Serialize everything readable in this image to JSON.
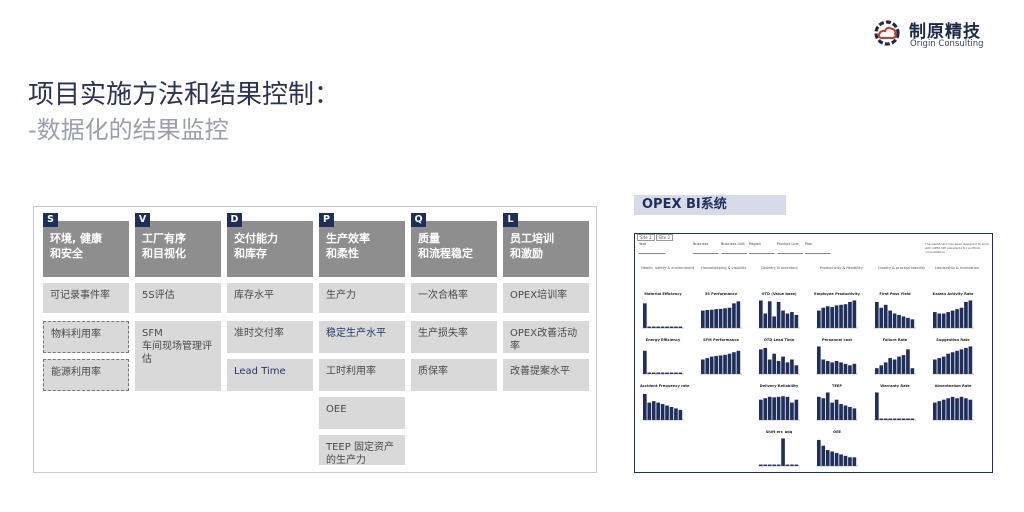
{
  "logo": {
    "cn": "制原精技",
    "en": "Origin Consulting",
    "icon": "gear-cloud-logo"
  },
  "title": "项目实施方法和结果控制：",
  "subtitle": "-数据化的结果监控",
  "svp": {
    "columns": [
      {
        "letter": "S",
        "heading": "环境, 健康\n和安全",
        "items": [
          {
            "text": "可记录事件率",
            "style": "plain"
          },
          {
            "text": "物料利用率",
            "style": "dashed"
          },
          {
            "text": "能源利用率",
            "style": "dashed"
          }
        ]
      },
      {
        "letter": "V",
        "heading": "工厂有序\n和目视化",
        "items": [
          {
            "text": "5S评估",
            "style": "plain"
          },
          {
            "text": "SFM\n车间现场管理评\n估",
            "style": "plain"
          }
        ]
      },
      {
        "letter": "D",
        "heading": "交付能力\n和库存",
        "items": [
          {
            "text": "库存水平",
            "style": "plain"
          },
          {
            "text": "准时交付率",
            "style": "plain"
          },
          {
            "text": "Lead Time",
            "style": "blue"
          }
        ]
      },
      {
        "letter": "P",
        "heading": "生产效率\n和柔性",
        "items": [
          {
            "text": "生产力",
            "style": "plain"
          },
          {
            "text": "稳定生产水平",
            "style": "blue"
          },
          {
            "text": "工时利用率",
            "style": "plain"
          },
          {
            "text": "OEE",
            "style": "plain"
          },
          {
            "text": "TEEP 固定资产\n的生产力",
            "style": "plain"
          }
        ]
      },
      {
        "letter": "Q",
        "heading": "质量\n和流程稳定",
        "items": [
          {
            "text": "一次合格率",
            "style": "plain"
          },
          {
            "text": "生产损失率",
            "style": "plain"
          },
          {
            "text": "质保率",
            "style": "plain"
          }
        ]
      },
      {
        "letter": "L",
        "heading": "员工培训\n和激励",
        "items": [
          {
            "text": "OPEX培训率",
            "style": "plain"
          },
          {
            "text": "OPEX改善活动\n率",
            "style": "plain"
          },
          {
            "text": "改善提案水平",
            "style": "plain"
          }
        ]
      }
    ]
  },
  "opex": {
    "label": "OPEX BI系统",
    "tabs": [
      "Site 1",
      "Site 2"
    ],
    "filters": [
      "Year",
      "Business",
      "Business Unit",
      "Region",
      "Product Line",
      "Plan"
    ],
    "note": "The dashboard has been designed to work with OPEX KPI standards for portfolio consolidation",
    "categories": [
      "Health, safety & environment",
      "Housekeeping & visibility",
      "Delivery & inventory",
      "Productivity & flexibility",
      "Quality & process stability",
      "Leadership & motivation"
    ],
    "charts": [
      {
        "name": "Material Efficiency",
        "color": "#1f2f5c",
        "values": [
          0.85,
          0.05,
          0.05,
          0.05,
          0.05,
          0.05,
          0.05,
          0.05,
          0.05
        ]
      },
      {
        "name": "5S Performance",
        "color": "#1f2f5c",
        "values": [
          0.6,
          0.62,
          0.63,
          0.65,
          0.66,
          0.68,
          0.7,
          0.85,
          0.92
        ]
      },
      {
        "name": "OTD (Value base)",
        "color": "#1f2f5c",
        "values": [
          0.95,
          0.5,
          0.92,
          0.4,
          0.9,
          0.6,
          0.5,
          0.55,
          0.45
        ]
      },
      {
        "name": "Employee Productivity",
        "color": "#1f2f5c",
        "values": [
          0.6,
          0.7,
          0.75,
          0.72,
          0.78,
          0.8,
          0.82,
          0.9,
          0.95
        ]
      },
      {
        "name": "First Pass Yield",
        "color": "#1f2f5c",
        "values": [
          0.9,
          0.7,
          0.8,
          0.6,
          0.5,
          0.45,
          0.4,
          0.35,
          0.3
        ]
      },
      {
        "name": "Kaizen Activity Rate",
        "color": "#1f2f5c",
        "values": [
          0.55,
          0.5,
          0.5,
          0.55,
          0.6,
          0.65,
          0.7,
          0.9,
          0.95
        ]
      },
      {
        "name": "Energy Efficiency",
        "color": "#1f2f5c",
        "values": [
          0.8,
          0.05,
          0.05,
          0.05,
          0.05,
          0.05,
          0.05,
          0.05,
          0.05
        ]
      },
      {
        "name": "SFM Performance",
        "color": "#1f2f5c",
        "values": [
          0.5,
          0.55,
          0.6,
          0.62,
          0.64,
          0.66,
          0.7,
          0.75,
          0.8
        ]
      },
      {
        "name": "OTD Lead Time",
        "color": "#1f2f5c",
        "values": [
          0.85,
          0.9,
          0.5,
          0.7,
          0.45,
          0.6,
          0.4,
          0.5,
          0.3
        ]
      },
      {
        "name": "Personnel cost",
        "color": "#1f2f5c",
        "values": [
          0.95,
          0.5,
          0.45,
          0.4,
          0.45,
          0.4,
          0.35,
          0.3,
          0.35
        ]
      },
      {
        "name": "Failure Rate",
        "color": "#1f2f5c",
        "values": [
          0.2,
          0.3,
          0.4,
          0.55,
          0.5,
          0.6,
          0.65,
          0.85,
          0.2
        ]
      },
      {
        "name": "Suggestion Rate",
        "color": "#1f2f5c",
        "values": [
          0.5,
          0.55,
          0.6,
          0.7,
          0.75,
          0.8,
          0.85,
          0.9,
          0.95
        ]
      },
      {
        "name": "Accident Frequency rate",
        "color": "#1f2f5c",
        "values": [
          0.9,
          0.6,
          0.65,
          0.6,
          0.55,
          0.5,
          0.45,
          0.4,
          0.35
        ]
      },
      {
        "name": "Delivery Reliability",
        "color": "#1f2f5c",
        "values": [
          0.7,
          0.75,
          0.8,
          0.78,
          0.8,
          0.82,
          0.8,
          0.6,
          0.7
        ]
      },
      {
        "name": "TEEP",
        "color": "#1f2f5c",
        "values": [
          0.8,
          0.75,
          0.95,
          0.6,
          0.7,
          0.55,
          0.5,
          0.45,
          0.4
        ]
      },
      {
        "name": "Warranty Rate",
        "color": "#1f2f5c",
        "values": [
          0.95,
          0.05,
          0.05,
          0.05,
          0.05,
          0.05,
          0.05,
          0.05,
          0.05
        ]
      },
      {
        "name": "Absenteeism Rate",
        "color": "#1f2f5c",
        "values": [
          0.6,
          0.65,
          0.7,
          0.75,
          0.8,
          0.75,
          0.8,
          0.75,
          0.7
        ]
      },
      {
        "name": "Shift err. adq",
        "color": "#1f2f5c",
        "values": [
          0.05,
          0.05,
          0.05,
          0.05,
          0.05,
          0.95,
          0.05,
          0.05,
          0.05
        ]
      },
      {
        "name": "OEE",
        "color": "#1f2f5c",
        "values": [
          0.9,
          0.7,
          0.55,
          0.5,
          0.45,
          0.4,
          0.35,
          0.3,
          0.3
        ]
      }
    ]
  }
}
